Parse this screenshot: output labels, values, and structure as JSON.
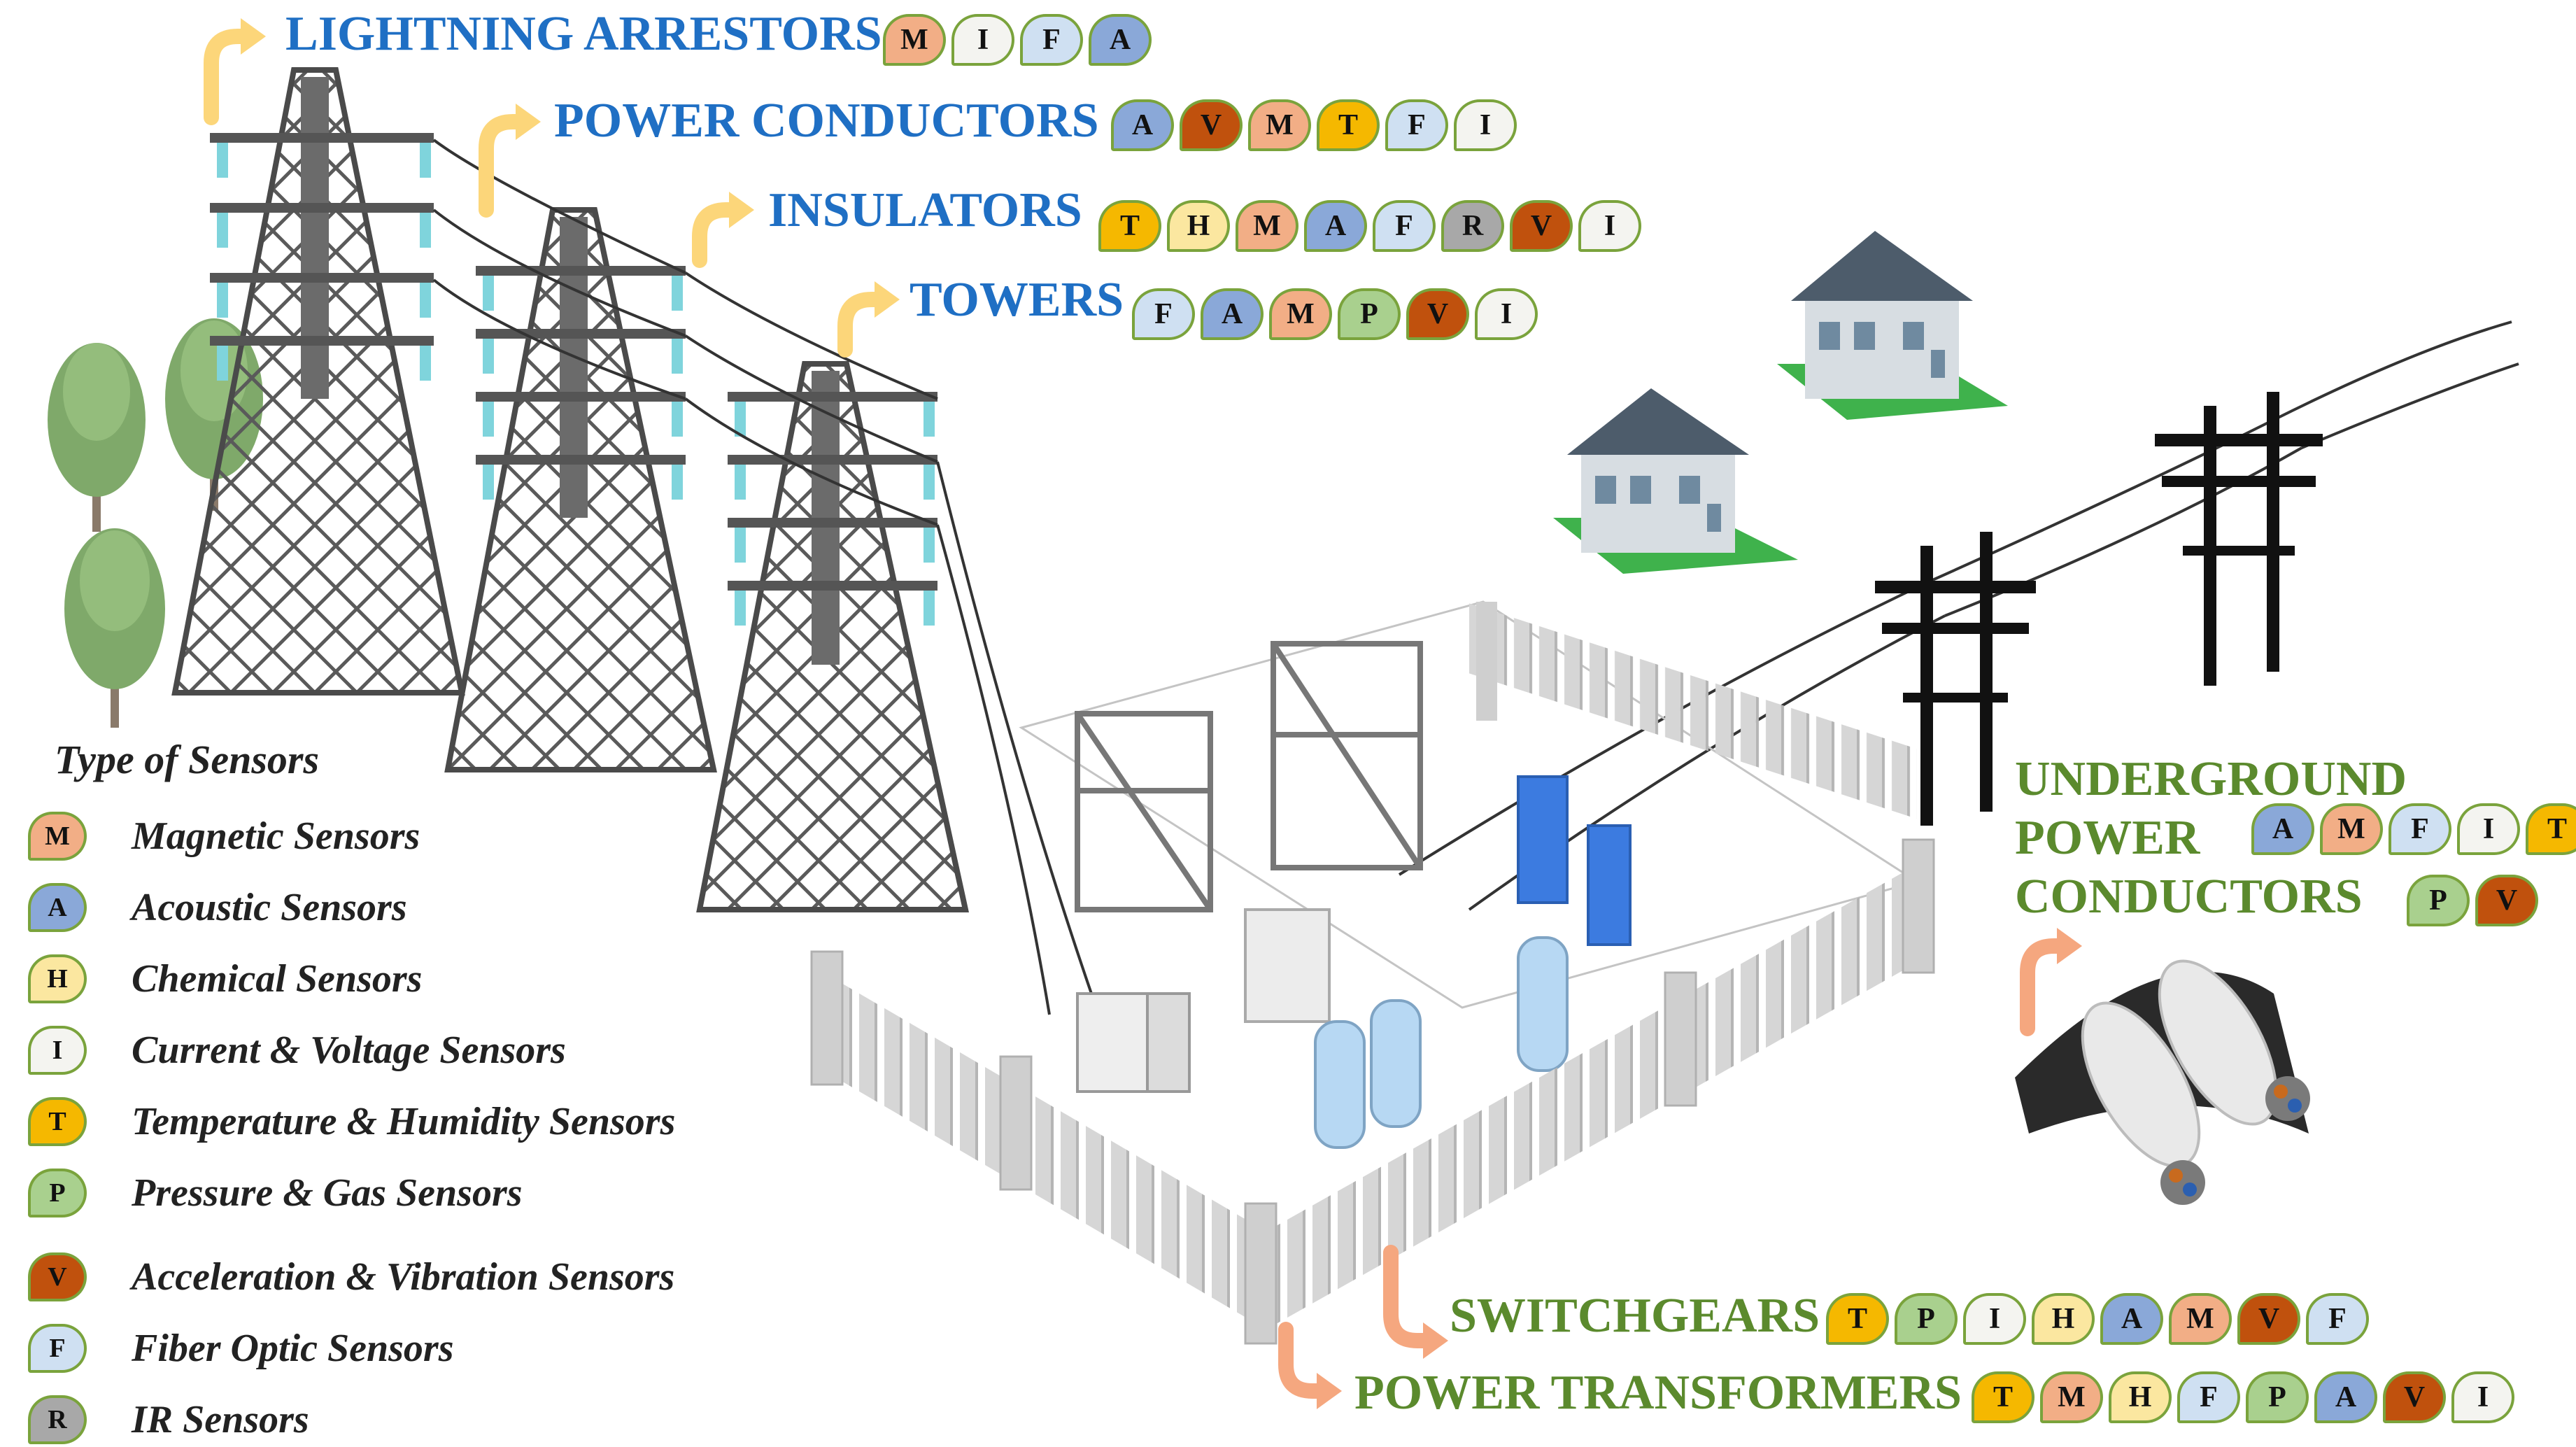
{
  "badge_colors": {
    "M": "#f2ae86",
    "A": "#8aa8d8",
    "H": "#fbe7a0",
    "I": "#f4f4f0",
    "T": "#f5b800",
    "P": "#a9d08e",
    "V": "#c0510d",
    "F": "#cfe0f2",
    "R": "#a8a8a8"
  },
  "components": {
    "lightning_arrestors": {
      "label": "LIGHTNING ARRESTORS",
      "sensors": [
        "M",
        "I",
        "F",
        "A"
      ]
    },
    "power_conductors": {
      "label": "POWER CONDUCTORS",
      "sensors": [
        "A",
        "V",
        "M",
        "T",
        "F",
        "I"
      ]
    },
    "insulators": {
      "label": "INSULATORS",
      "sensors": [
        "T",
        "H",
        "M",
        "A",
        "F",
        "R",
        "V",
        "I"
      ]
    },
    "towers": {
      "label": "TOWERS",
      "sensors": [
        "F",
        "A",
        "M",
        "P",
        "V",
        "I"
      ]
    },
    "underground": {
      "label_lines": [
        "UNDERGROUND",
        "POWER",
        "CONDUCTORS"
      ],
      "sensors_row1": [
        "A",
        "M",
        "F",
        "I",
        "T"
      ],
      "sensors_row2": [
        "P",
        "V"
      ]
    },
    "switchgears": {
      "label": "SWITCHGEARS",
      "sensors": [
        "T",
        "P",
        "I",
        "H",
        "A",
        "M",
        "V",
        "F"
      ]
    },
    "power_transformers": {
      "label": "POWER TRANSFORMERS",
      "sensors": [
        "T",
        "M",
        "H",
        "F",
        "P",
        "A",
        "V",
        "I"
      ]
    }
  },
  "legend": {
    "title": "Type of Sensors",
    "items": [
      {
        "code": "M",
        "label": "Magnetic Sensors"
      },
      {
        "code": "A",
        "label": "Acoustic Sensors"
      },
      {
        "code": "H",
        "label": "Chemical Sensors"
      },
      {
        "code": "I",
        "label": "Current & Voltage Sensors"
      },
      {
        "code": "T",
        "label": "Temperature & Humidity Sensors"
      },
      {
        "code": "P",
        "label": "Pressure & Gas Sensors"
      },
      {
        "code": "V",
        "label": "Acceleration & Vibration Sensors"
      },
      {
        "code": "F",
        "label": "Fiber Optic Sensors"
      },
      {
        "code": "R",
        "label": "IR Sensors"
      }
    ]
  }
}
